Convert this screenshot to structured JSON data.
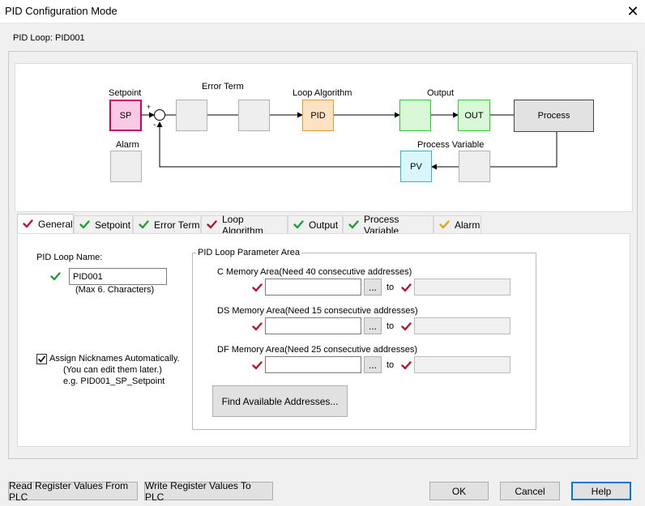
{
  "window": {
    "title": "PID Configuration Mode",
    "close_glyph": "✕"
  },
  "loop_label": "PID Loop: PID001",
  "diagram": {
    "labels": {
      "setpoint": "Setpoint",
      "error_term": "Error Term",
      "loop_algorithm": "Loop Algorithm",
      "output": "Output",
      "alarm": "Alarm",
      "process_variable": "Process Variable"
    },
    "blocks": {
      "sp": "SP",
      "pid": "PID",
      "out": "OUT",
      "process": "Process",
      "pv": "PV"
    },
    "summing_signs": {
      "plus": "+",
      "minus": "-"
    },
    "colors": {
      "sp_fill": "#f9c9e6",
      "sp_border": "#d1006f",
      "pid_fill": "#fde3c4",
      "pid_border": "#e39a37",
      "out_fill": "#d8f8d8",
      "out_border": "#2ecc2e",
      "pv_fill": "#d8f6fb",
      "pv_border": "#25b8d8",
      "process_fill": "#e2e2e2",
      "process_border": "#444444",
      "empty_fill": "#eeeeee",
      "empty_border": "#b0b0b0"
    }
  },
  "tabs": [
    {
      "label": "General",
      "status": "error",
      "active": true
    },
    {
      "label": "Setpoint",
      "status": "ok",
      "active": false
    },
    {
      "label": "Error Term",
      "status": "ok",
      "active": false
    },
    {
      "label": "Loop Algorithm",
      "status": "error",
      "active": false
    },
    {
      "label": "Output",
      "status": "ok",
      "active": false
    },
    {
      "label": "Process Variable",
      "status": "ok",
      "active": false
    },
    {
      "label": "Alarm",
      "status": "warning",
      "active": false
    }
  ],
  "status_colors": {
    "ok": "#1f9e3a",
    "error": "#b0182e",
    "warning": "#e0a417"
  },
  "general": {
    "name_label": "PID Loop Name:",
    "name_value": "PID001",
    "name_hint": "(Max 6. Characters)",
    "assign_checked": true,
    "assign_label": "Assign Nicknames Automatically.",
    "assign_hint1": "(You can edit them later.)",
    "assign_hint2": "e.g. PID001_SP_Setpoint",
    "param_area_title": "PID Loop Parameter Area",
    "memory_areas": [
      {
        "label": "C Memory Area(Need 40 consecutive addresses)",
        "start_value": "",
        "end_value": ""
      },
      {
        "label": "DS Memory Area(Need 15 consecutive addresses)",
        "start_value": "",
        "end_value": ""
      },
      {
        "label": "DF Memory Area(Need 25 consecutive addresses)",
        "start_value": "",
        "end_value": ""
      }
    ],
    "browse_label": "...",
    "to_label": "to",
    "find_button": "Find Available Addresses..."
  },
  "footer": {
    "read_button": "Read Register Values From PLC",
    "write_button": "Write Register Values To PLC",
    "ok_button": "OK",
    "cancel_button": "Cancel",
    "help_button": "Help"
  }
}
